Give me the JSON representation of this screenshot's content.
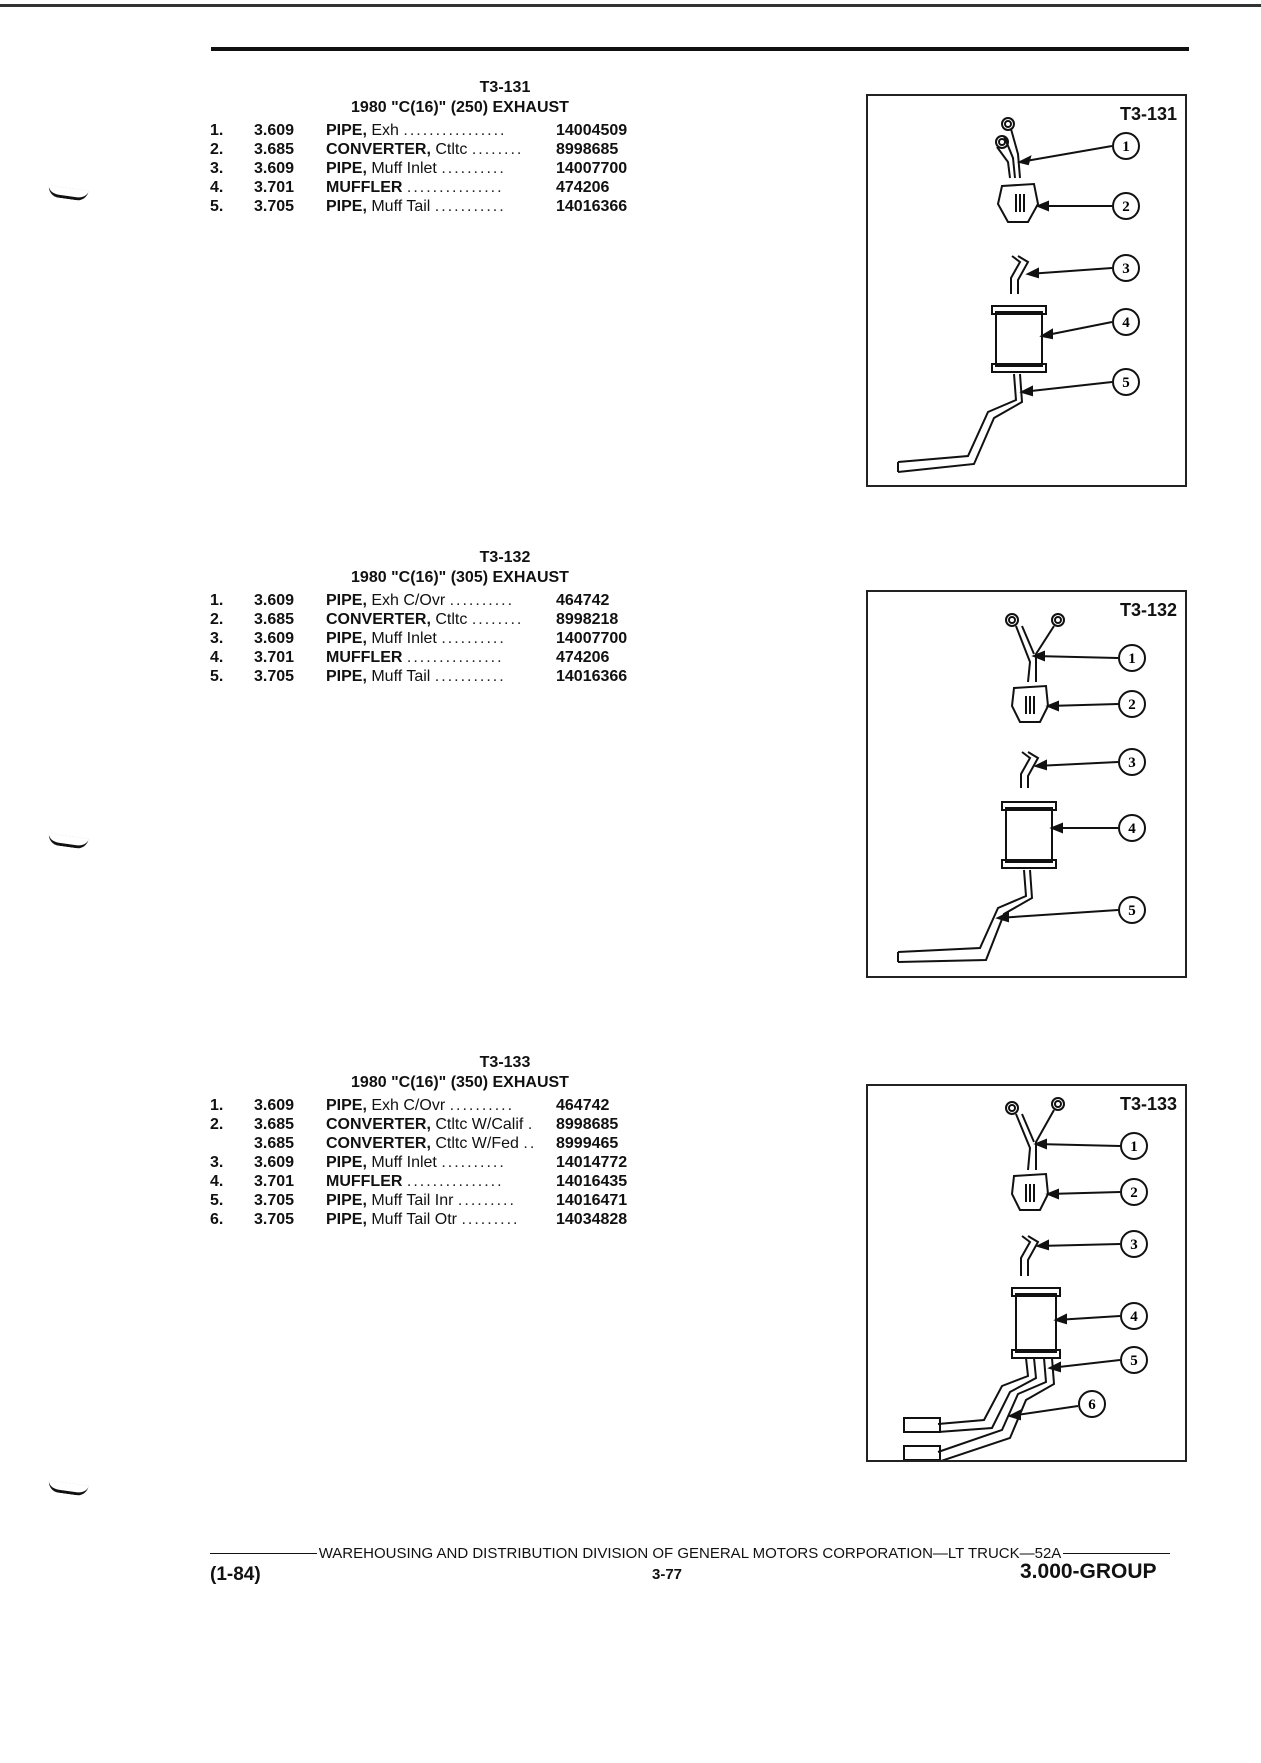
{
  "sections": [
    {
      "code": "T3-131",
      "title": "1980 \"C(16)\" (250) EXHAUST",
      "rows": [
        {
          "num": "1.",
          "group": "3.609",
          "name": "PIPE,",
          "detail": " Exh",
          "dots": "................",
          "part": "14004509"
        },
        {
          "num": "2.",
          "group": "3.685",
          "name": "CONVERTER,",
          "detail": " Ctltc",
          "dots": "........",
          "part": "8998685"
        },
        {
          "num": "3.",
          "group": "3.609",
          "name": "PIPE,",
          "detail": " Muff Inlet",
          "dots": "..........",
          "part": "14007700"
        },
        {
          "num": "4.",
          "group": "3.701",
          "name": "MUFFLER",
          "detail": "",
          "dots": "...............",
          "part": "474206"
        },
        {
          "num": "5.",
          "group": "3.705",
          "name": "PIPE,",
          "detail": " Muff Tail",
          "dots": "...........",
          "part": "14016366"
        }
      ],
      "diagram_label": "T3-131",
      "callouts": [
        "1",
        "2",
        "3",
        "4",
        "5"
      ]
    },
    {
      "code": "T3-132",
      "title": "1980 \"C(16)\" (305) EXHAUST",
      "rows": [
        {
          "num": "1.",
          "group": "3.609",
          "name": "PIPE,",
          "detail": " Exh C/Ovr",
          "dots": "..........",
          "part": "464742"
        },
        {
          "num": "2.",
          "group": "3.685",
          "name": "CONVERTER,",
          "detail": " Ctltc",
          "dots": "........",
          "part": "8998218"
        },
        {
          "num": "3.",
          "group": "3.609",
          "name": "PIPE,",
          "detail": " Muff Inlet",
          "dots": "..........",
          "part": "14007700"
        },
        {
          "num": "4.",
          "group": "3.701",
          "name": "MUFFLER",
          "detail": "",
          "dots": "...............",
          "part": "474206"
        },
        {
          "num": "5.",
          "group": "3.705",
          "name": "PIPE,",
          "detail": " Muff Tail",
          "dots": "...........",
          "part": "14016366"
        }
      ],
      "diagram_label": "T3-132",
      "callouts": [
        "1",
        "2",
        "3",
        "4",
        "5"
      ]
    },
    {
      "code": "T3-133",
      "title": "1980 \"C(16)\" (350) EXHAUST",
      "rows": [
        {
          "num": "1.",
          "group": "3.609",
          "name": "PIPE,",
          "detail": " Exh C/Ovr",
          "dots": "..........",
          "part": "464742"
        },
        {
          "num": "2.",
          "group": "3.685",
          "name": "CONVERTER,",
          "detail": " Ctltc W/Calif",
          "dots": ".",
          "part": "8998685"
        },
        {
          "num": "",
          "group": "3.685",
          "name": "CONVERTER,",
          "detail": " Ctltc W/Fed",
          "dots": "..",
          "part": "8999465"
        },
        {
          "num": "3.",
          "group": "3.609",
          "name": "PIPE,",
          "detail": " Muff Inlet",
          "dots": "..........",
          "part": "14014772"
        },
        {
          "num": "4.",
          "group": "3.701",
          "name": "MUFFLER",
          "detail": "",
          "dots": "...............",
          "part": "14016435"
        },
        {
          "num": "5.",
          "group": "3.705",
          "name": "PIPE,",
          "detail": " Muff Tail Inr",
          "dots": ".........",
          "part": "14016471"
        },
        {
          "num": "6.",
          "group": "3.705",
          "name": "PIPE,",
          "detail": " Muff Tail Otr",
          "dots": ".........",
          "part": "14034828"
        }
      ],
      "diagram_label": "T3-133",
      "callouts": [
        "1",
        "2",
        "3",
        "4",
        "5",
        "6"
      ]
    }
  ],
  "footer": {
    "line": "WAREHOUSING AND DISTRIBUTION DIVISION OF GENERAL MOTORS CORPORATION—LT TRUCK—52A",
    "date": "(1-84)",
    "page": "3-77",
    "group": "3.000-GROUP"
  }
}
